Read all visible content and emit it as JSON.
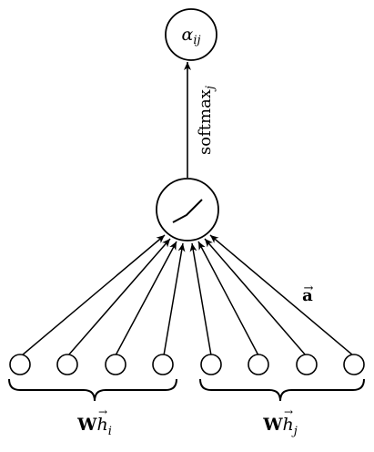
{
  "diagram": {
    "output_node": {
      "label": "α",
      "sub": "ij"
    },
    "softmax": {
      "label": "softmax",
      "sub": "j"
    },
    "activation_node": {
      "icon": "leaky-relu-icon"
    },
    "attention_vector": {
      "label": "a",
      "arrow": "→"
    },
    "group_left": {
      "bold": "W",
      "vec": "h",
      "arrow": "→",
      "sub": "i"
    },
    "group_right": {
      "bold": "W",
      "vec": "h",
      "arrow": "→",
      "sub": "j"
    },
    "input_nodes_count": 8
  }
}
